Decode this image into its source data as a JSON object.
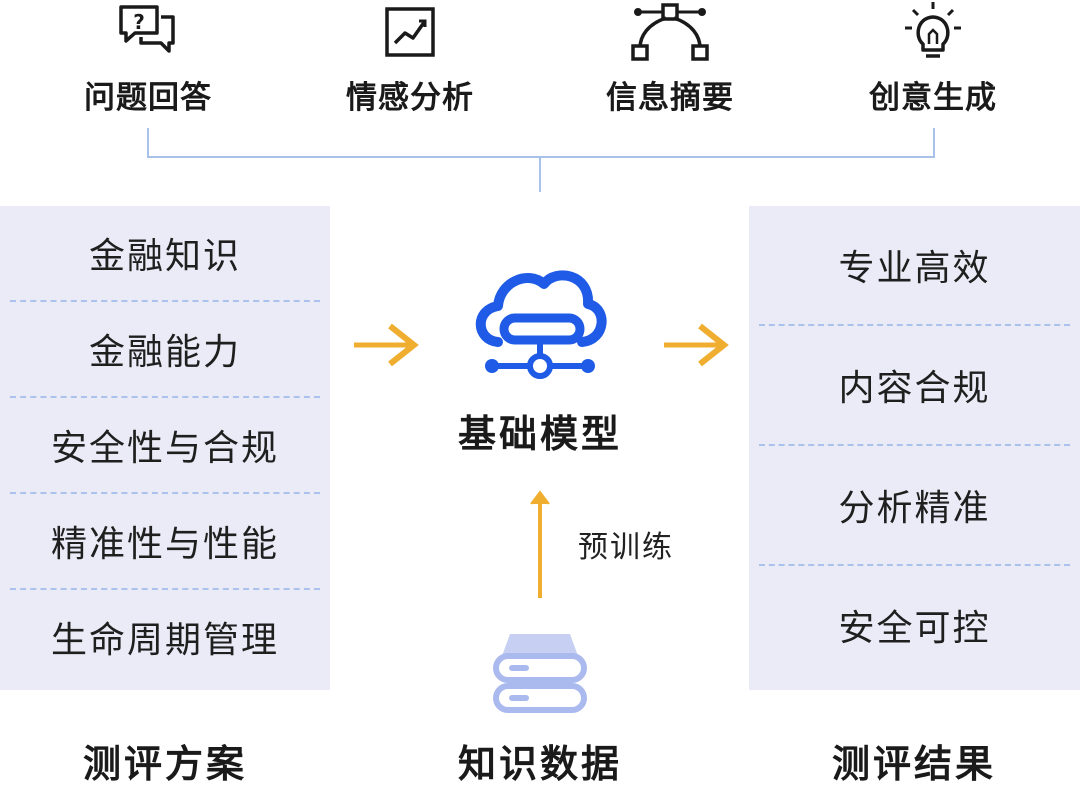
{
  "tasks": [
    {
      "label": "问题回答",
      "icon": "question-chat-icon"
    },
    {
      "label": "情感分析",
      "icon": "trend-chart-icon"
    },
    {
      "label": "信息摘要",
      "icon": "vector-path-icon"
    },
    {
      "label": "创意生成",
      "icon": "lightbulb-icon"
    }
  ],
  "evaluation_plan": {
    "title": "测评方案",
    "items": [
      "金融知识",
      "金融能力",
      "安全性与合规",
      "精准性与性能",
      "生命周期管理"
    ]
  },
  "center": {
    "model_label": "基础模型",
    "pretrain_label": "预训练",
    "data_label": "知识数据"
  },
  "evaluation_results": {
    "title": "测评结果",
    "items": [
      "专业高效",
      "内容合规",
      "分析精准",
      "安全可控"
    ]
  },
  "colors": {
    "accent_blue": "#1f5be6",
    "arrow_orange": "#efae2f",
    "panel_bg": "#ebebf7",
    "connector": "#a7c1ea",
    "data_icon": "#aab9ee"
  }
}
